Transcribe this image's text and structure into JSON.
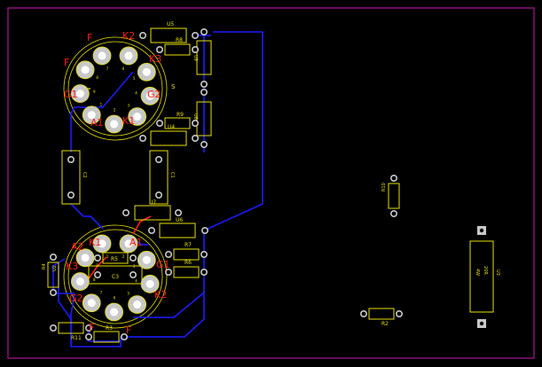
{
  "board": {
    "outline_color": "#8a0f7a",
    "silk_color": "#e8e000",
    "trace_color": "#1b1bff",
    "trace_red_color": "#ff2020",
    "pad_color": "#d0d0d0",
    "pinlabel_color": "#ff1a1a"
  },
  "tubes": {
    "top": {
      "pins": [
        "F",
        "K2",
        "K3",
        "S",
        "G2",
        "K1",
        "A1",
        "G1",
        "F"
      ],
      "pad_numbers": [
        "7",
        "6",
        "5",
        "4",
        "3",
        "2",
        "1",
        "9",
        "8"
      ]
    },
    "bottom": {
      "pins": [
        "K1",
        "A1",
        "G1",
        "K2",
        "F",
        "F",
        "G2",
        "K3",
        "A2"
      ],
      "pad_numbers": [
        "1",
        "2",
        "3",
        "4",
        "5",
        "6",
        "7",
        "8",
        "9"
      ]
    }
  },
  "components": {
    "U5": "U5",
    "R8": "R8",
    "U9": "U9",
    "R9": "R9",
    "U4": "U4",
    "U8": "U8",
    "C2": "C2",
    "C1": "C1",
    "U7": "U7",
    "U6": "U6",
    "R7": "R7",
    "R6": "R6",
    "R5": "R5",
    "C3": "C3",
    "R4": "R4",
    "U2": "U2",
    "R11": "R11",
    "R3": "R3",
    "R10": "R10",
    "R2": "R2",
    "U3": "U3",
    "U3_value1": "20R",
    "U3_value2": "4W"
  }
}
